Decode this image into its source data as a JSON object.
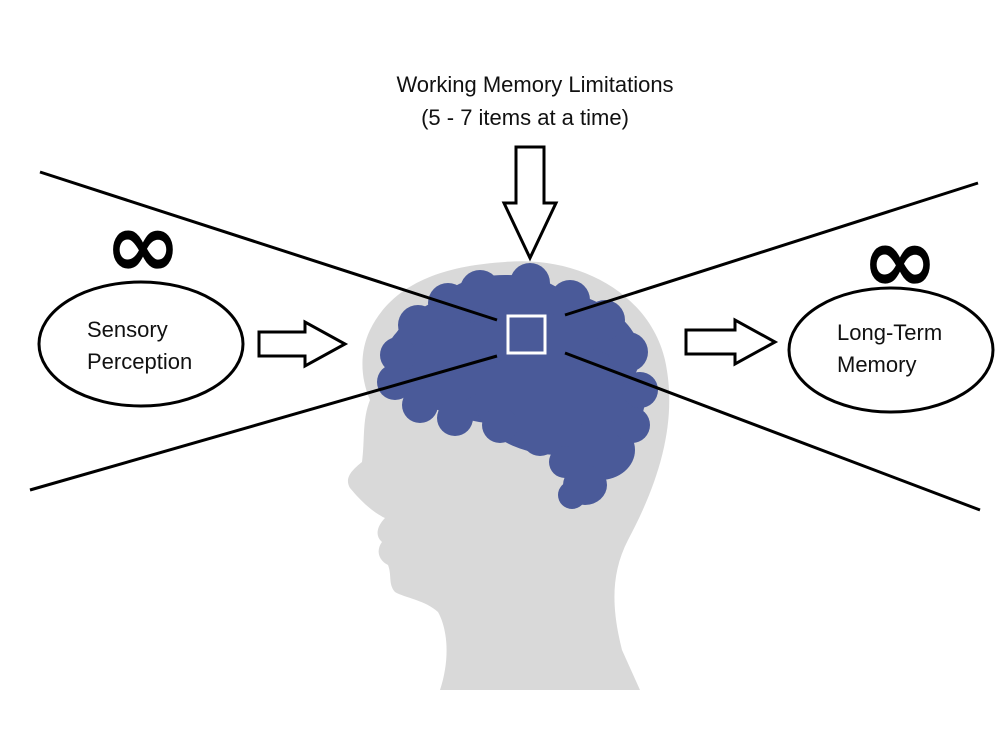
{
  "top_label": {
    "line1": "Working Memory Limitations",
    "line2": "(5 - 7 items at a time)"
  },
  "left_node": {
    "line1": "Sensory",
    "line2": "Perception",
    "symbol": "∞"
  },
  "right_node": {
    "line1": "Long-Term",
    "line2": "Memory",
    "symbol": "∞"
  },
  "colors": {
    "head": "#d9d9d9",
    "brain": "#4a5a99",
    "lines": "#000000",
    "box": "#ffffff"
  },
  "icons": [
    "head-silhouette-icon",
    "brain-icon",
    "down-arrow-icon",
    "right-arrow-icon",
    "infinity-icon"
  ]
}
